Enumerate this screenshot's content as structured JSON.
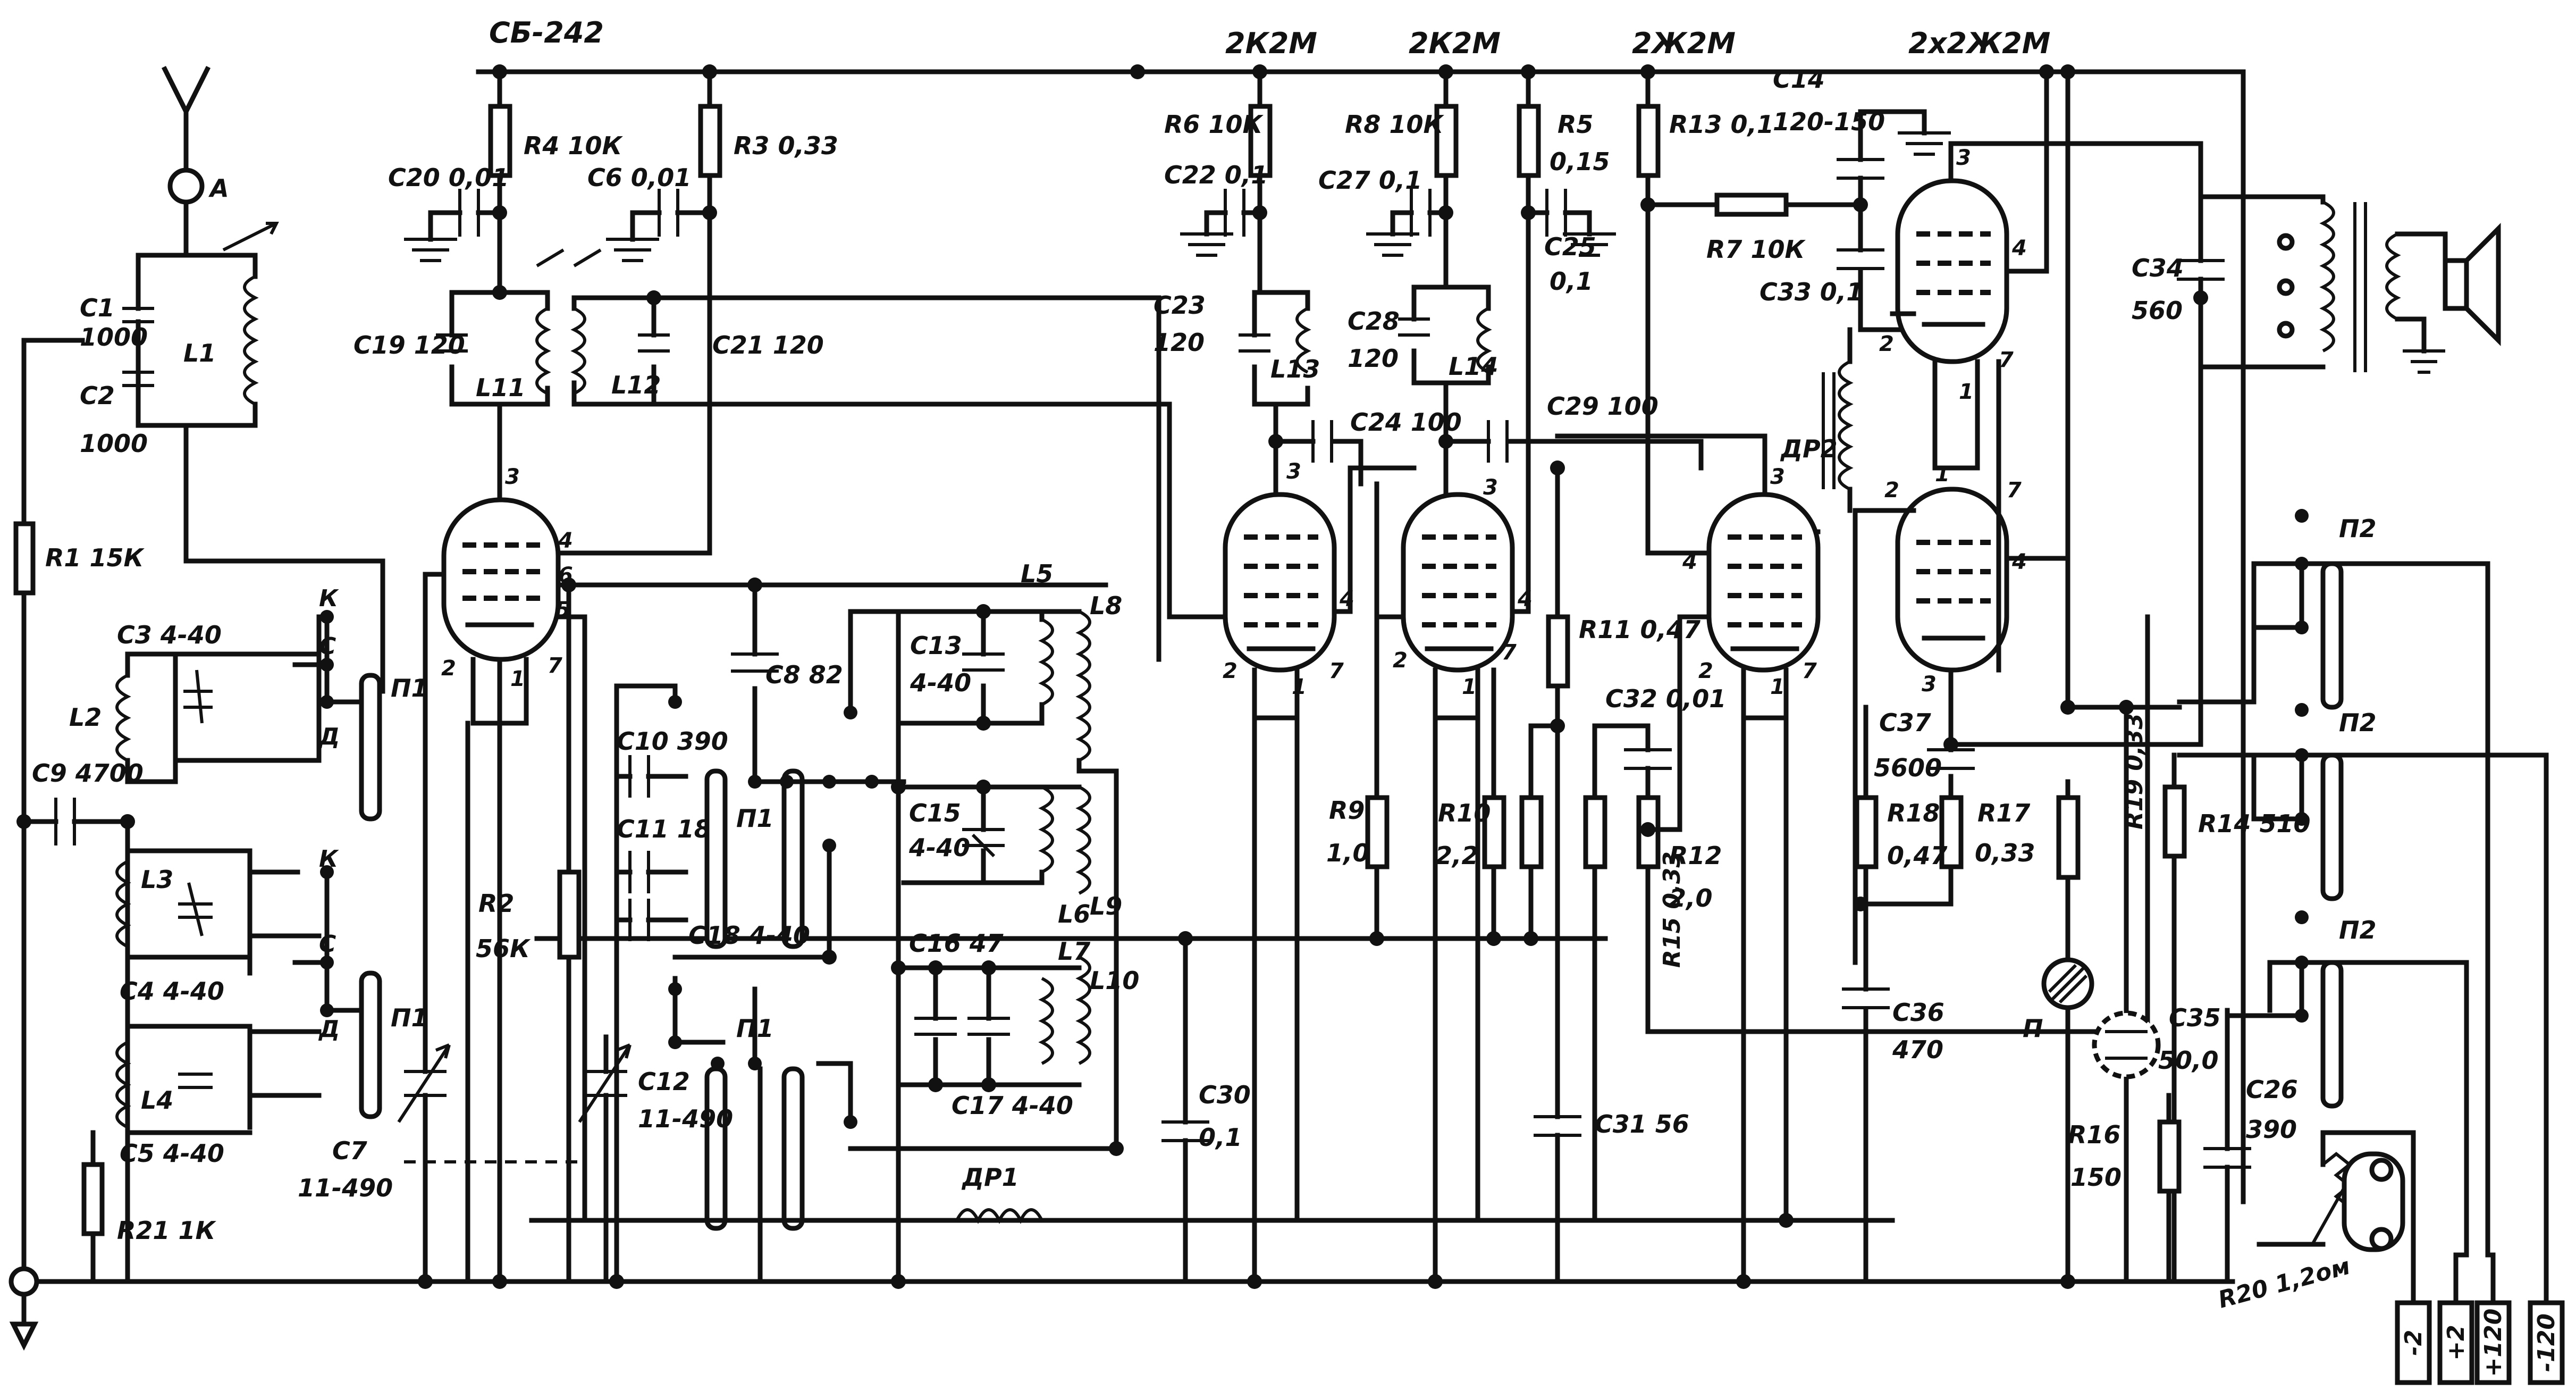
{
  "tubes": {
    "v1": "СБ-242",
    "v2": "2К2М",
    "v3": "2К2М",
    "v4": "2Ж2М",
    "v5": "2х2Ж2М"
  },
  "antenna": {
    "terminal": "А"
  },
  "resistors": {
    "r1": "R1 15К",
    "r2a": "R2",
    "r2b": "56К",
    "r3": "R3 0,33",
    "r4": "R4 10К",
    "r5a": "R5",
    "r5b": "0,15",
    "r6": "R6 10К",
    "r7": "R7 10К",
    "r8": "R8 10К",
    "r9a": "R9",
    "r9b": "1,0",
    "r10a": "R10",
    "r10b": "2,2",
    "r11": "R11 0,47",
    "r12a": "R12",
    "r12b": "2,0",
    "r13": "R13 0,1",
    "r14": "R14 510",
    "r15": "R15 0,33",
    "r16a": "R16",
    "r16b": "150",
    "r17a": "R17",
    "r17b": "0,33",
    "r18a": "R18",
    "r18b": "0,47",
    "r19": "R19 0,33",
    "r20": "R20 1,2ом",
    "r21": "R21 1К"
  },
  "capacitors": {
    "c1a": "C1",
    "c1b": "1000",
    "c2a": "C2",
    "c2b": "1000",
    "c3": "C3 4-40",
    "c4": "C4 4-40",
    "c5": "C5 4-40",
    "c6": "C6 0,01",
    "c7a": "C7",
    "c7b": "11-490",
    "c8": "C8 82",
    "c9": "C9 4700",
    "c10": "C10 390",
    "c11": "C11 180",
    "c12a": "C12",
    "c12b": "11-490",
    "c13a": "C13",
    "c13b": "4-40",
    "c14a": "C14",
    "c14b": "120-150",
    "c15a": "C15",
    "c15b": "4-40",
    "c16": "C16 47",
    "c17": "C17 4-40",
    "c18": "C18 4-40",
    "c19": "C19 120",
    "c20": "C20 0,01",
    "c21": "C21 120",
    "c22": "C22 0,1",
    "c23a": "C23",
    "c23b": "120",
    "c24": "C24 100",
    "c25a": "C25",
    "c25b": "0,1",
    "c26a": "C26",
    "c26b": "390",
    "c27": "C27 0,1",
    "c28a": "C28",
    "c28b": "120",
    "c29": "C29 100",
    "c30a": "C30",
    "c30b": "0,1",
    "c31": "C31 56",
    "c32": "C32 0,01",
    "c33": "C33 0,1",
    "c34a": "C34",
    "c34b": "560",
    "c35a": "C35",
    "c35b": "50,0",
    "c36a": "C36",
    "c36b": "470",
    "c37a": "C37",
    "c37b": "5600"
  },
  "inductors": {
    "l1": "L1",
    "l2": "L2",
    "l3": "L3",
    "l4": "L4",
    "l5": "L5",
    "l6": "L6",
    "l7": "L7",
    "l8": "L8",
    "l9": "L9",
    "l10": "L10",
    "l11": "L11",
    "l12": "L12",
    "l13": "L13",
    "l14": "L14",
    "dr1": "ДР1",
    "dr2": "ДР2"
  },
  "switches": {
    "p1": "П1",
    "p2": "П2",
    "k": "К",
    "s": "С",
    "d": "Д",
    "lamp": "П"
  },
  "terminals": {
    "t1": "-2",
    "t2": "+2",
    "t3": "+120",
    "t4": "-120"
  },
  "pins": {
    "p1": "1",
    "p2": "2",
    "p3": "3",
    "p4": "4",
    "p5": "5",
    "p6": "6",
    "p7": "7"
  }
}
